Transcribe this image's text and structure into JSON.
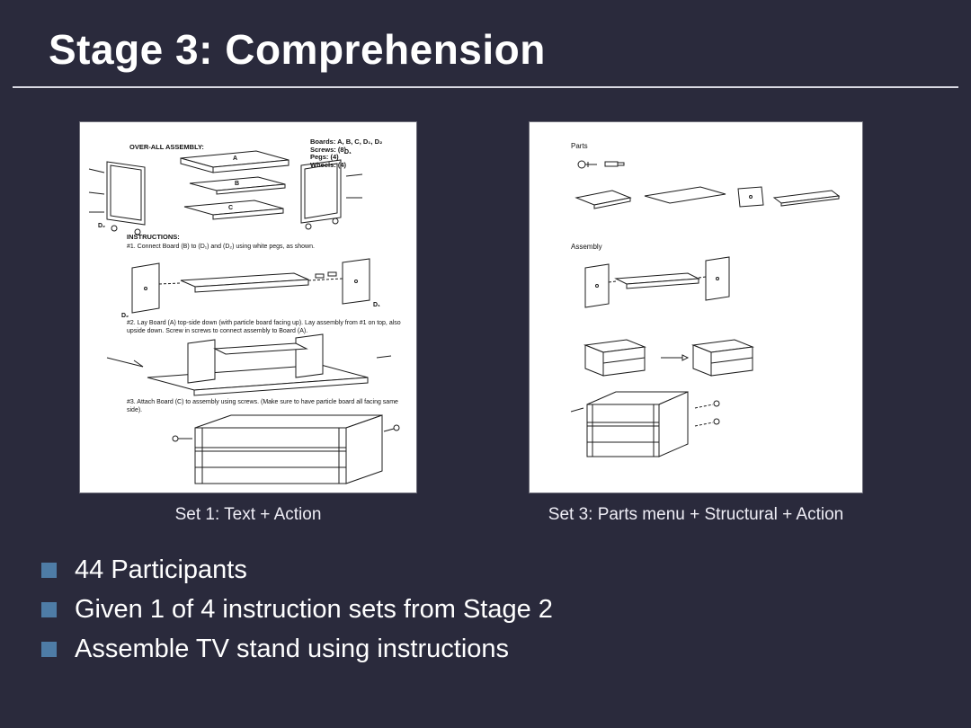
{
  "slide": {
    "title": "Stage 3: Comprehension",
    "bullets": [
      "44 Participants",
      "Given 1 of 4 instruction sets from Stage 2",
      "Assemble TV stand using instructions"
    ]
  },
  "left_figure": {
    "caption": "Set 1: Text + Action",
    "header": "OVER-ALL ASSEMBLY:",
    "parts_list": [
      "Boards: A, B, C, D₁, D₂",
      "Screws: (8)",
      "Pegs: (4)",
      "Wheels: (4)"
    ],
    "board_labels": [
      "A",
      "B",
      "C",
      "D₁",
      "D₂"
    ],
    "instructions_header": "INSTRUCTIONS:",
    "step1": "#1. Connect Board (B) to (D₁) and (D₂) using white pegs, as shown.",
    "step2": "#2. Lay Board (A) top-side down (with particle board facing up).  Lay assembly from #1 on top, also upside down.  Screw in screws to connect assembly to Board (A).",
    "step3": "#3.  Attach Board (C) to assembly using screws. (Make sure to have particle board all facing same side)."
  },
  "right_figure": {
    "caption": "Set 3: Parts menu + Structural + Action",
    "parts_label": "Parts",
    "assembly_label": "Assembly"
  },
  "colors": {
    "background": "#2a2a3c",
    "bullet": "#4e7ca6",
    "title": "#ffffff"
  }
}
